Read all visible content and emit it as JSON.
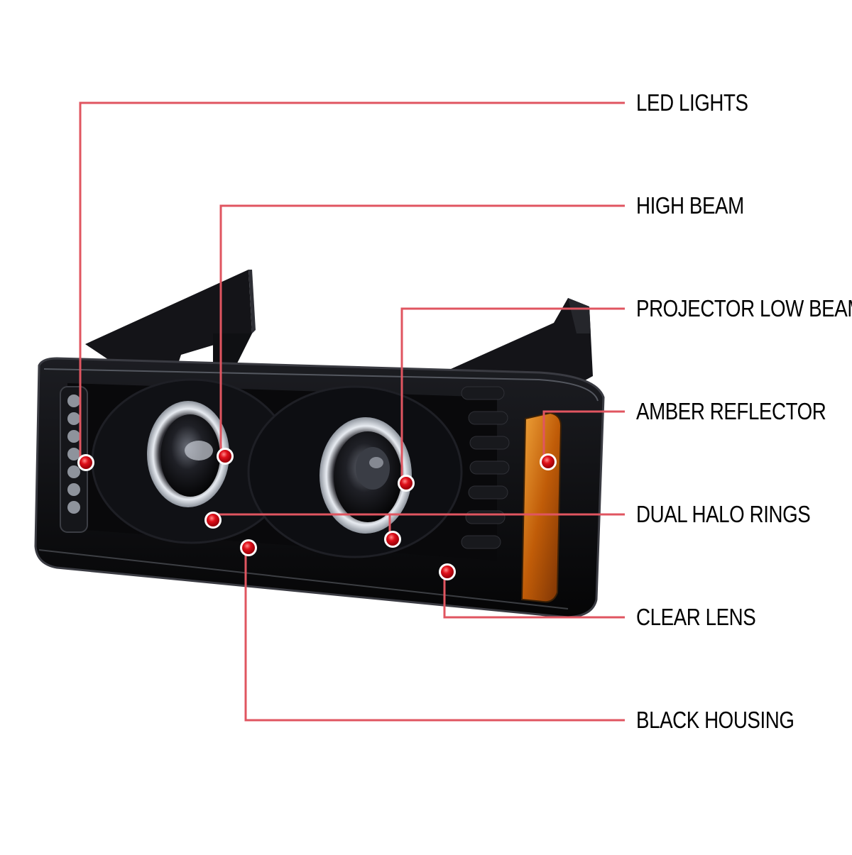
{
  "colors": {
    "background": "#ffffff",
    "callout_line": "#e05560",
    "marker": "#e0101a",
    "housing": "#0b0b0d",
    "amber": "#c9670a",
    "chrome": "#c9ccd2"
  },
  "product": {
    "name": "black projector headlight with halo rings and LED strip"
  },
  "callouts": [
    {
      "id": "led-lights",
      "label": "LED LIGHTS"
    },
    {
      "id": "high-beam",
      "label": "HIGH BEAM"
    },
    {
      "id": "projector-low-beam",
      "label": "PROJECTOR LOW BEAM"
    },
    {
      "id": "amber-reflector",
      "label": "AMBER REFLECTOR"
    },
    {
      "id": "dual-halo-rings",
      "label": "DUAL HALO RINGS"
    },
    {
      "id": "clear-lens",
      "label": "CLEAR LENS"
    },
    {
      "id": "black-housing",
      "label": "BLACK HOUSING"
    }
  ]
}
